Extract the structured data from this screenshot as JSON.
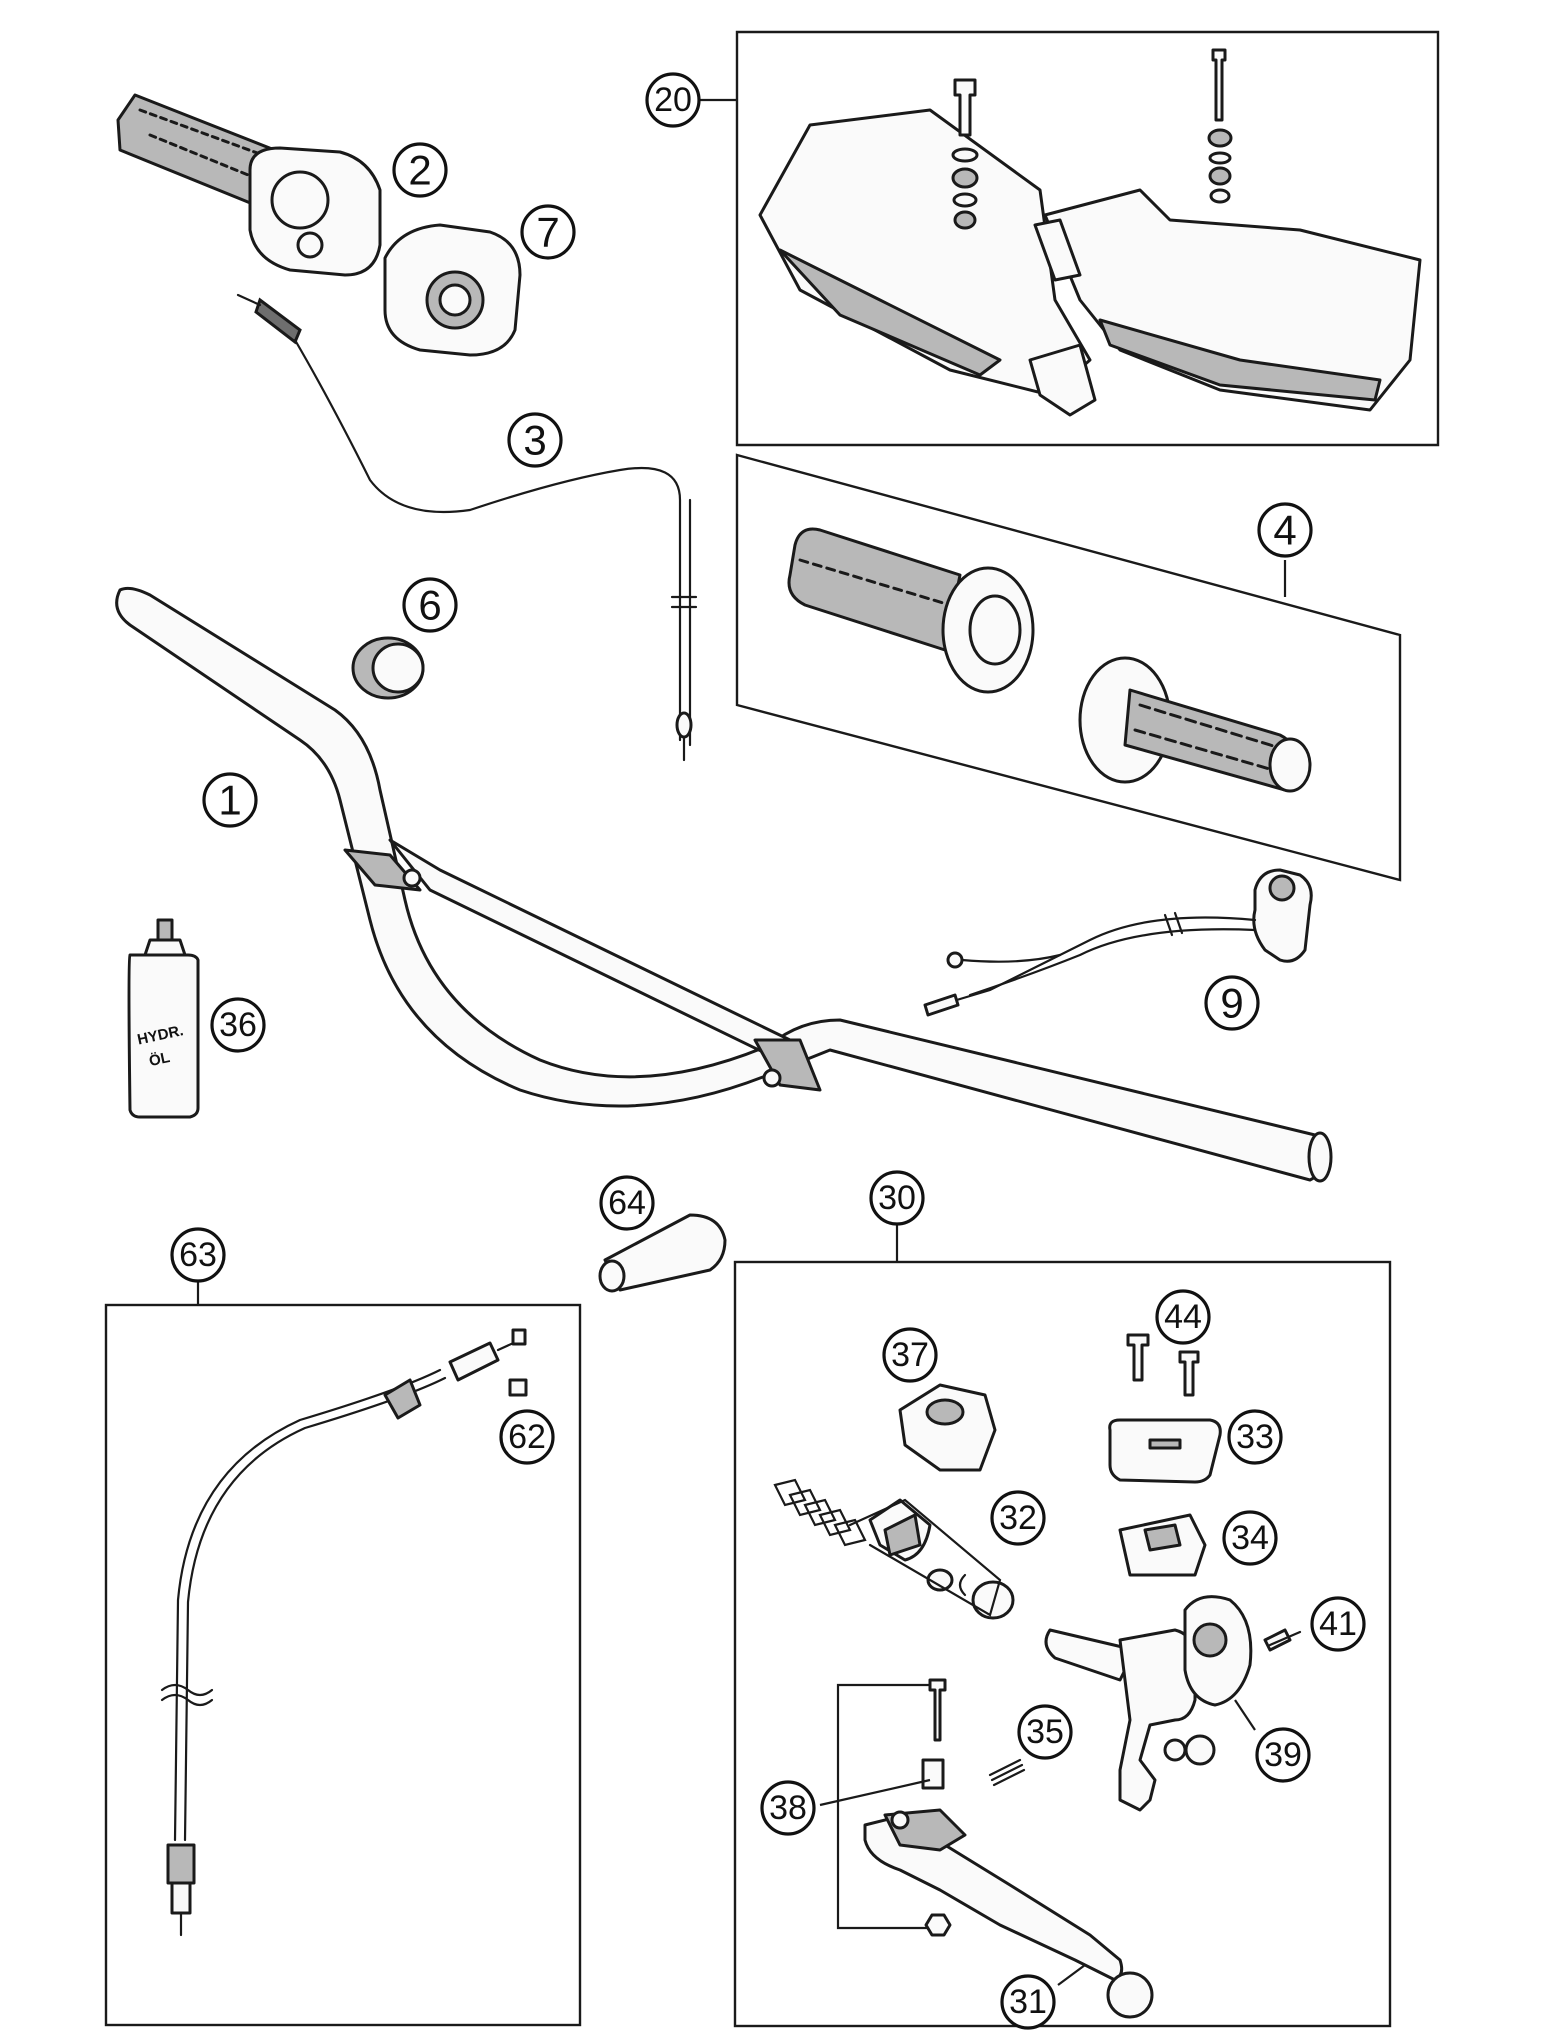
{
  "callouts": {
    "c1": "1",
    "c2": "2",
    "c3": "3",
    "c4": "4",
    "c6": "6",
    "c7": "7",
    "c9": "9",
    "c20": "20",
    "c30": "30",
    "c31": "31",
    "c32": "32",
    "c33": "33",
    "c34": "34",
    "c35": "35",
    "c36": "36",
    "c37": "37",
    "c38": "38",
    "c39": "39",
    "c41": "41",
    "c44": "44",
    "c62": "62",
    "c63": "63",
    "c64": "64"
  },
  "bottle_label": {
    "line1": "HYDR.",
    "line2": "ÖL"
  }
}
